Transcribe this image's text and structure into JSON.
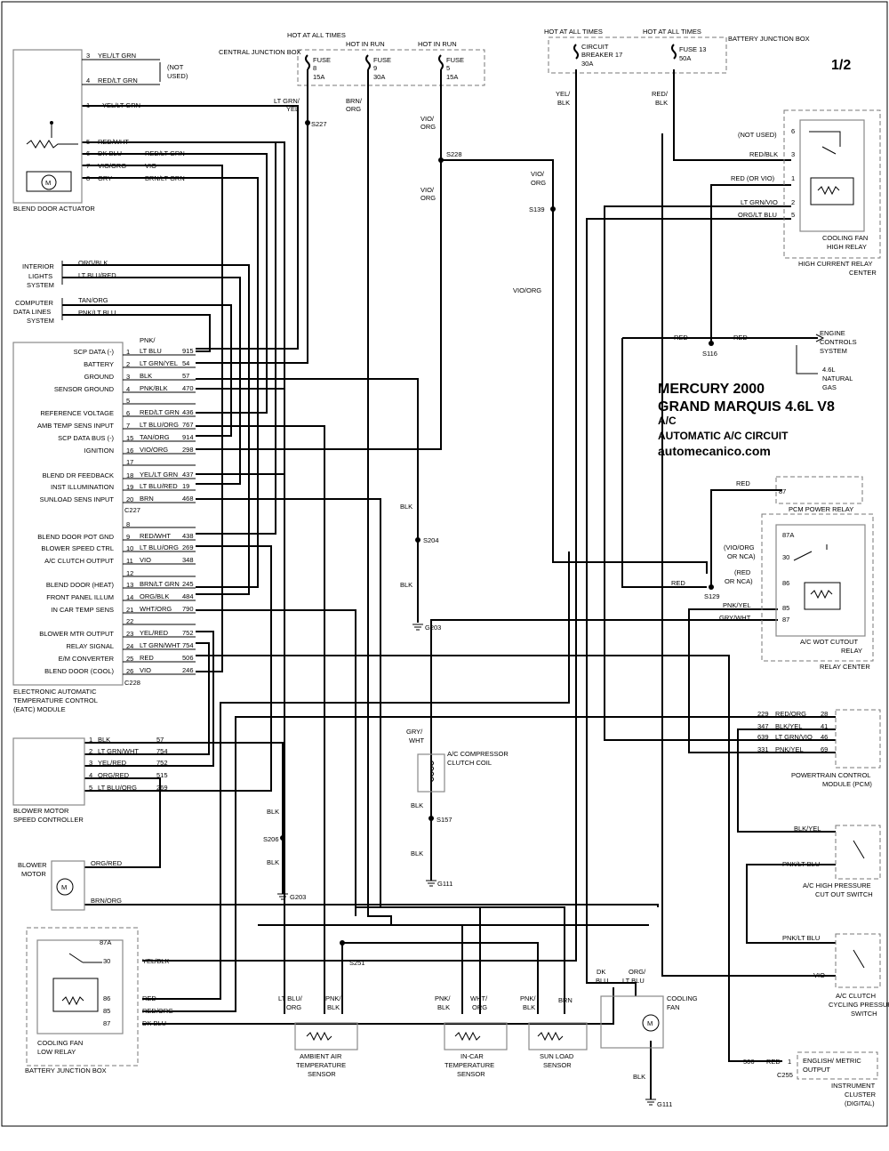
{
  "title": {
    "line1": "MERCURY 2000",
    "line2": "GRAND MARQUIS  4.6L  V8",
    "line3": "A/C",
    "line4": "AUTOMATIC A/C CIRCUIT",
    "line5": "automecanico.com",
    "page": "1/2"
  },
  "power": {
    "cjb_label": "CENTRAL JUNCTION BOX",
    "bjb_label": "BATTERY JUNCTION BOX",
    "hot_at_all_times": "HOT AT ALL TIMES",
    "hot_in_run": "HOT IN RUN",
    "fuse8": [
      "FUSE",
      "8",
      "15A"
    ],
    "fuse9": [
      "FUSE",
      "9",
      "30A"
    ],
    "fuse5": [
      "FUSE",
      "5",
      "15A"
    ],
    "cb17": [
      "CIRCUIT",
      "BREAKER 17",
      "30A"
    ],
    "fuse13": [
      "FUSE 13",
      "50A"
    ]
  },
  "splices": [
    "S227",
    "S228",
    "S139",
    "S116",
    "S129",
    "S204",
    "S206",
    "S157",
    "S251"
  ],
  "grounds": [
    "G203",
    "G111"
  ],
  "blend_actuator": {
    "name": "BLEND DOOR ACTUATOR",
    "pins": [
      {
        "pin": "3",
        "wire": "YEL/LT GRN"
      },
      {
        "pin": "4",
        "wire": "RED/LT GRN"
      },
      {
        "pin": "1",
        "wire": "YEL/LT GRN"
      },
      {
        "pin": "5",
        "wire": "RED/WHT"
      },
      {
        "pin": "6",
        "wire": "DK BLU"
      },
      {
        "pin": "7",
        "wire": "VIO/ORG"
      },
      {
        "pin": "8",
        "wire": "GRY"
      }
    ],
    "not_used": "(NOT USED)"
  },
  "eatc": {
    "name": [
      "ELECTRONIC AUTOMATIC",
      "TEMPERATURE CONTROL",
      "(EATC) MODULE"
    ],
    "c227": "C227",
    "c228": "C228",
    "rows": [
      {
        "label": "SCP DATA (-)",
        "pin": "1",
        "wire": "LT BLU",
        "circ": "915"
      },
      {
        "label": "BATTERY",
        "pin": "2",
        "wire": "LT GRN/YEL",
        "circ": "54"
      },
      {
        "label": "GROUND",
        "pin": "3",
        "wire": "BLK",
        "circ": "57"
      },
      {
        "label": "SENSOR GROUND",
        "pin": "4",
        "wire": "PNK/BLK",
        "circ": "470"
      },
      {
        "label": "",
        "pin": "5",
        "wire": "",
        "circ": ""
      },
      {
        "label": "REFERENCE VOLTAGE",
        "pin": "6",
        "wire": "RED/LT GRN",
        "circ": "436"
      },
      {
        "label": "AMB TEMP SENS INPUT",
        "pin": "7",
        "wire": "LT BLU/ORG",
        "circ": "767"
      },
      {
        "label": "SCP DATA BUS (-)",
        "pin": "15",
        "wire": "TAN/ORG",
        "circ": "914"
      },
      {
        "label": "IGNITION",
        "pin": "16",
        "wire": "VIO/ORG",
        "circ": "298"
      },
      {
        "label": "",
        "pin": "17",
        "wire": "",
        "circ": ""
      },
      {
        "label": "BLEND DR FEEDBACK",
        "pin": "18",
        "wire": "YEL/LT GRN",
        "circ": "437"
      },
      {
        "label": "INST ILLUMINATION",
        "pin": "19",
        "wire": "LT BLU/RED",
        "circ": "19"
      },
      {
        "label": "SUNLOAD SENS INPUT",
        "pin": "20",
        "wire": "BRN",
        "circ": "468"
      },
      {
        "label": "",
        "pin": "8",
        "wire": "",
        "circ": ""
      },
      {
        "label": "BLEND DOOR POT GND",
        "pin": "9",
        "wire": "RED/WHT",
        "circ": "438"
      },
      {
        "label": "BLOWER SPEED CTRL",
        "pin": "10",
        "wire": "LT BLU/ORG",
        "circ": "269"
      },
      {
        "label": "A/C CLUTCH OUTPUT",
        "pin": "11",
        "wire": "VIO",
        "circ": "348"
      },
      {
        "label": "",
        "pin": "12",
        "wire": "",
        "circ": ""
      },
      {
        "label": "BLEND DOOR (HEAT)",
        "pin": "13",
        "wire": "BRN/LT GRN",
        "circ": "245"
      },
      {
        "label": "FRONT PANEL ILLUM",
        "pin": "14",
        "wire": "ORG/BLK",
        "circ": "484"
      },
      {
        "label": "IN CAR TEMP SENS",
        "pin": "21",
        "wire": "WHT/ORG",
        "circ": "790"
      },
      {
        "label": "",
        "pin": "22",
        "wire": "",
        "circ": ""
      },
      {
        "label": "BLOWER MTR OUTPUT",
        "pin": "23",
        "wire": "YEL/RED",
        "circ": "752"
      },
      {
        "label": "RELAY SIGNAL",
        "pin": "24",
        "wire": "LT GRN/WHT",
        "circ": "754"
      },
      {
        "label": "E/M CONVERTER",
        "pin": "25",
        "wire": "RED",
        "circ": "506"
      },
      {
        "label": "BLEND DOOR (COOL)",
        "pin": "26",
        "wire": "VIO",
        "circ": "246"
      }
    ]
  },
  "left_systems": {
    "interior": [
      "INTERIOR",
      "LIGHTS",
      "SYSTEM"
    ],
    "interior_wires": [
      "ORG/BLK",
      "LT BLU/RED"
    ],
    "computer": [
      "COMPUTER",
      "DATA LINES",
      "SYSTEM"
    ],
    "computer_wires": [
      "TAN/ORG",
      "PNK/LT BLU"
    ]
  },
  "blower_ctrl": {
    "name": [
      "BLOWER MOTOR",
      "SPEED CONTROLLER"
    ],
    "pins": [
      {
        "pin": "1",
        "wire": "BLK",
        "circ": "57"
      },
      {
        "pin": "2",
        "wire": "LT GRN/WHT",
        "circ": "754"
      },
      {
        "pin": "3",
        "wire": "YEL/RED",
        "circ": "752"
      },
      {
        "pin": "4",
        "wire": "ORG/RED",
        "circ": "515"
      },
      {
        "pin": "5",
        "wire": "LT BLU/ORG",
        "circ": "269"
      }
    ]
  },
  "blower_motor": {
    "name": [
      "BLOWER",
      "MOTOR"
    ],
    "wire1": "ORG/RED",
    "wire2": "BRN/ORG"
  },
  "low_relay": {
    "name": [
      "COOLING FAN",
      "LOW RELAY"
    ],
    "box": "BATTERY JUNCTION BOX",
    "pins": [
      "87A",
      "30",
      "86",
      "85",
      "87"
    ],
    "wires": [
      "YEL/BLK",
      "RED",
      "RED/ORG",
      "DK BLU"
    ]
  },
  "high_relay": {
    "name": [
      "COOLING FAN",
      "HIGH RELAY"
    ],
    "box": [
      "HIGH CURRENT RELAY",
      "CENTER"
    ],
    "pins": [
      "6",
      "3",
      "1",
      "2",
      "5"
    ],
    "wires": [
      "(NOT USED)",
      "RED/BLK",
      "RED (OR VIO)",
      "LT GRN/VIO",
      "ORG/LT BLU"
    ]
  },
  "engine_controls": {
    "name": [
      "ENGINE",
      "CONTROLS",
      "SYSTEM"
    ],
    "note": [
      "4.6L",
      "NATURAL",
      "GAS"
    ],
    "wire": "RED"
  },
  "pcm_power_relay": {
    "name": "PCM POWER RELAY",
    "pin": "87",
    "wire": "RED"
  },
  "wot_relay": {
    "name": [
      "A/C WOT CUTOUT",
      "RELAY"
    ],
    "box": "RELAY CENTER",
    "pins": [
      "87A",
      "30",
      "86",
      "85",
      "87"
    ],
    "wires": [
      "(VIO/ORG",
      "OR NCA)",
      "(RED",
      "OR NCA)",
      "PNK/YEL",
      "GRY/WHT",
      "RED"
    ]
  },
  "pcm": {
    "name": [
      "POWERTRAIN CONTROL",
      "MODULE (PCM)"
    ],
    "rows": [
      {
        "circ": "229",
        "wire": "RED/ORG",
        "pin": "28"
      },
      {
        "circ": "347",
        "wire": "BLK/YEL",
        "pin": "41"
      },
      {
        "circ": "639",
        "wire": "LT GRN/VIO",
        "pin": "46"
      },
      {
        "circ": "331",
        "wire": "PNK/YEL",
        "pin": "69"
      }
    ]
  },
  "hp_switch": {
    "name": [
      "A/C HIGH PRESSURE",
      "CUT OUT SWITCH"
    ],
    "wires": [
      "BLK/YEL",
      "PNK/LT BLU"
    ]
  },
  "cycling_switch": {
    "name": [
      "A/C CLUTCH",
      "CYCLING PRESSURE",
      "SWITCH"
    ],
    "wires": [
      "PNK/LT BLU",
      "VIO"
    ]
  },
  "cluster": {
    "name": [
      "INSTRUMENT",
      "CLUSTER",
      "(DIGITAL)"
    ],
    "box": [
      "ENGLISH/ METRIC",
      "OUTPUT"
    ],
    "circ": "506",
    "wire": "RED",
    "pin": "1",
    "conn": "C255"
  },
  "clutch": {
    "name": [
      "A/C COMPRESSOR",
      "CLUTCH COIL"
    ],
    "wire_top": [
      "GRY/",
      "WHT"
    ],
    "wire_bottom": "BLK"
  },
  "sensors": {
    "ambient": {
      "name": [
        "AMBIENT AIR",
        "TEMPERATURE",
        "SENSOR"
      ],
      "w1": [
        "LT BLU/",
        "ORG"
      ],
      "w2": [
        "PNK/",
        "BLK"
      ]
    },
    "incar": {
      "name": [
        "IN-CAR",
        "TEMPERATURE",
        "SENSOR"
      ],
      "w1": [
        "PNK/",
        "BLK"
      ],
      "w2": [
        "WHT/",
        "ORG"
      ]
    },
    "sunload": {
      "name": [
        "SUN LOAD",
        "SENSOR"
      ],
      "w1": [
        "PNK/",
        "BLK"
      ],
      "w2": "BRN"
    }
  },
  "cooling_fan": {
    "name": [
      "COOLING",
      "FAN"
    ],
    "w1": [
      "DK",
      "BLU"
    ],
    "w2": [
      "ORG/",
      "LT BLU"
    ],
    "wb": "BLK"
  },
  "misc_wires": {
    "ltgrnyel": [
      "LT GRN/",
      "YEL"
    ],
    "brnorg": [
      "BRN/",
      "ORG"
    ],
    "vioorg": [
      "VIO/",
      "ORG"
    ],
    "yelblk": [
      "YEL/",
      "BLK"
    ],
    "redblk": [
      "RED/",
      "BLK"
    ],
    "blk": "BLK",
    "red": "RED",
    "vioorg_long": "VIO/ORG",
    "redltgrn": "RED/LT GRN",
    "vio": "VIO",
    "brnltgrn": "BRN/LT GRN"
  }
}
